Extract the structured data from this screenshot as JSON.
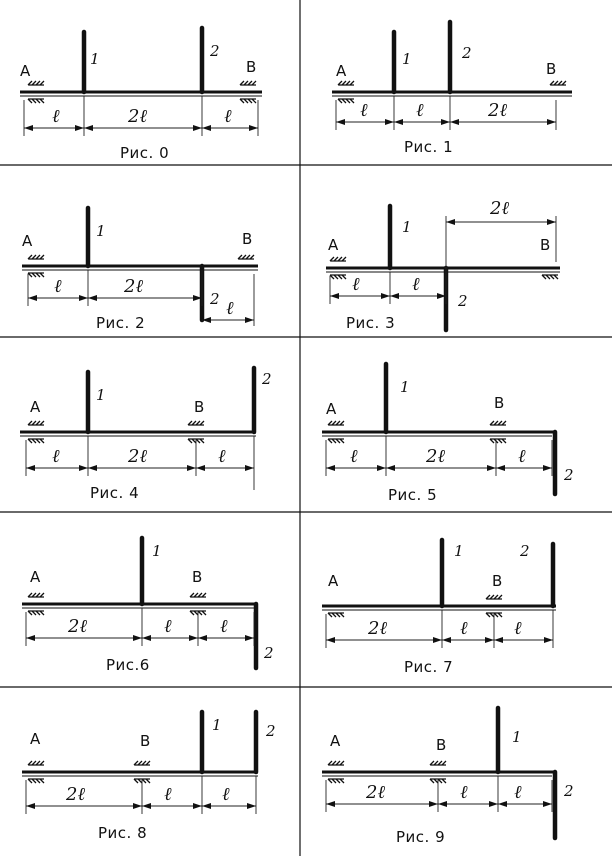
{
  "figures": [
    {
      "caption": "Рис. 0",
      "support_a": "A",
      "support_b": "B",
      "rods": [
        {
          "label": "1",
          "dir": "up"
        },
        {
          "label": "2",
          "dir": "up"
        }
      ],
      "dimensions": [
        "ℓ",
        "2ℓ",
        "ℓ"
      ]
    },
    {
      "caption": "Рис. 1",
      "support_a": "A",
      "support_b": "B",
      "rods": [
        {
          "label": "1",
          "dir": "up"
        },
        {
          "label": "2",
          "dir": "up"
        }
      ],
      "dimensions": [
        "ℓ",
        "ℓ",
        "2ℓ"
      ]
    },
    {
      "caption": "Рис. 2",
      "support_a": "A",
      "support_b": "B",
      "rods": [
        {
          "label": "1",
          "dir": "up"
        },
        {
          "label": "2",
          "dir": "down"
        }
      ],
      "dimensions": [
        "ℓ",
        "2ℓ",
        "ℓ"
      ]
    },
    {
      "caption": "Рис. 3",
      "support_a": "A",
      "support_b": "B",
      "rods": [
        {
          "label": "1",
          "dir": "up"
        },
        {
          "label": "2",
          "dir": "down"
        }
      ],
      "dimensions": [
        "ℓ",
        "ℓ",
        "2ℓ"
      ]
    },
    {
      "caption": "Рис. 4",
      "support_a": "A",
      "support_b": "B",
      "rods": [
        {
          "label": "1",
          "dir": "up"
        },
        {
          "label": "2",
          "dir": "up"
        }
      ],
      "dimensions": [
        "ℓ",
        "2ℓ",
        "ℓ"
      ]
    },
    {
      "caption": "Рис. 5",
      "support_a": "A",
      "support_b": "B",
      "rods": [
        {
          "label": "1",
          "dir": "up"
        },
        {
          "label": "2",
          "dir": "down"
        }
      ],
      "dimensions": [
        "ℓ",
        "2ℓ",
        "ℓ"
      ]
    },
    {
      "caption": "Рис.6",
      "support_a": "A",
      "support_b": "B",
      "rods": [
        {
          "label": "1",
          "dir": "up"
        },
        {
          "label": "2",
          "dir": "down"
        }
      ],
      "dimensions": [
        "2ℓ",
        "ℓ",
        "ℓ"
      ]
    },
    {
      "caption": "Рис. 7",
      "support_a": "A",
      "support_b": "B",
      "rods": [
        {
          "label": "1",
          "dir": "up"
        },
        {
          "label": "2",
          "dir": "up"
        }
      ],
      "dimensions": [
        "2ℓ",
        "ℓ",
        "ℓ"
      ]
    },
    {
      "caption": "Рис. 8",
      "support_a": "A",
      "support_b": "B",
      "rods": [
        {
          "label": "1",
          "dir": "up"
        },
        {
          "label": "2",
          "dir": "up"
        }
      ],
      "dimensions": [
        "2ℓ",
        "ℓ",
        "ℓ"
      ]
    },
    {
      "caption": "Рис. 9",
      "support_a": "A",
      "support_b": "B",
      "rods": [
        {
          "label": "1",
          "dir": "up"
        },
        {
          "label": "2",
          "dir": "down"
        }
      ],
      "dimensions": [
        "2ℓ",
        "ℓ",
        "ℓ"
      ]
    }
  ]
}
